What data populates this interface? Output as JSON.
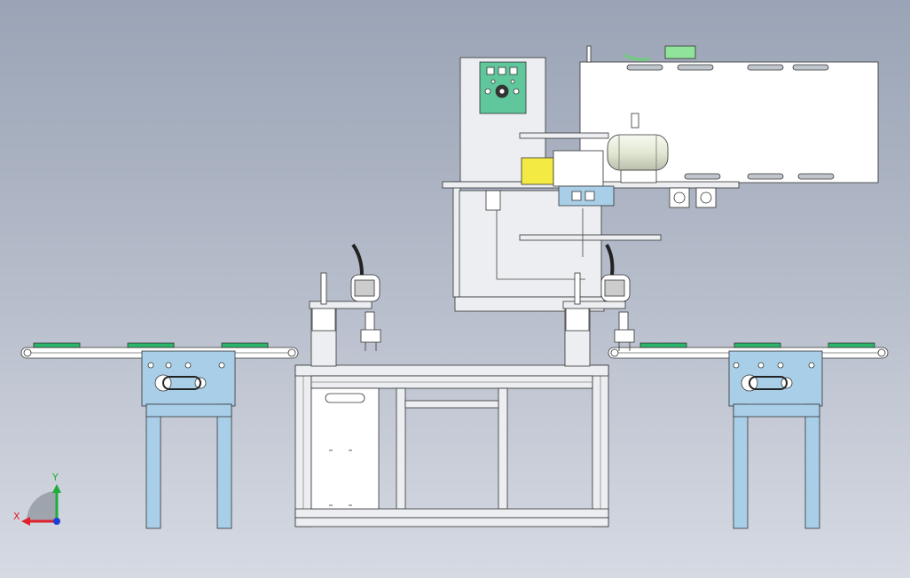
{
  "axes": {
    "x_label": "X",
    "y_label": "Y",
    "colors": {
      "x": "#e0202a",
      "y": "#1fae3a",
      "z": "#1e3fd6"
    }
  },
  "colors": {
    "background_top": "#9aa4b6",
    "background_bottom": "#d6dae3",
    "frame": "#eceef1",
    "blue_parts": "#a9cfe8",
    "panel_green": "#5fc79b",
    "belt_green": "#2bb56a",
    "yellow_motor": "#f3ea43",
    "tank": "#eef2e4",
    "line": "#333333"
  },
  "components": [
    "left-conveyor",
    "right-conveyor",
    "main-frame",
    "left-scara-robot",
    "right-scara-robot",
    "upper-machine-assembly",
    "control-panel",
    "air-tank",
    "motor-unit",
    "cable-duct"
  ]
}
